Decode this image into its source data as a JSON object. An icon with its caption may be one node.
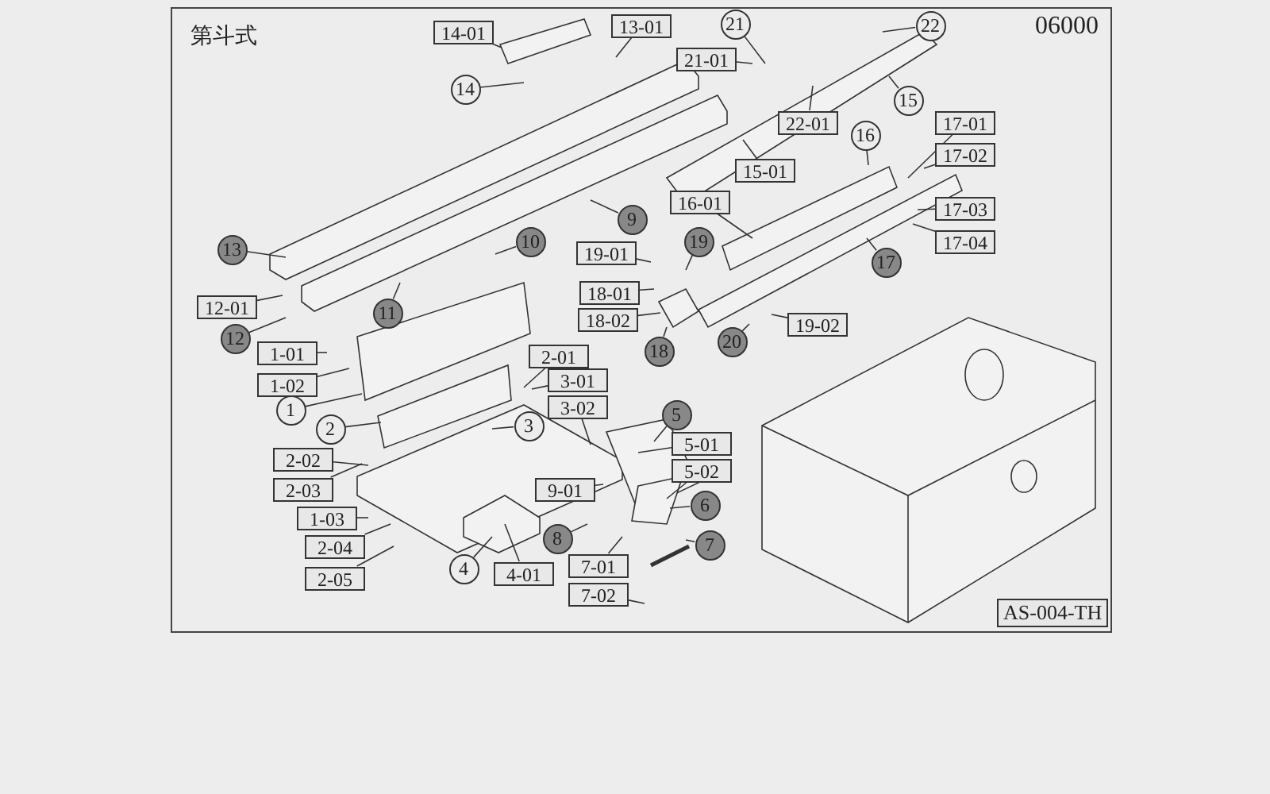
{
  "diagram": {
    "nodes": [
      {
        "text": [
          "14-01"
        ]
      },
      {
        "text": [
          "13-01"
        ]
      },
      {
        "text": [
          "21"
        ]
      },
      {
        "text": [
          "22"
        ]
      },
      {
        "text": [
          "21-01"
        ]
      },
      {
        "text": [
          "15"
        ]
      },
      {
        "text": [
          "14"
        ]
      },
      {
        "text": [
          "22-01"
        ]
      },
      {
        "text": [
          "16"
        ]
      },
      {
        "text": [
          "17-01"
        ]
      },
      {
        "text": [
          "17-02"
        ]
      },
      {
        "text": [
          "15-01"
        ]
      },
      {
        "text": [
          "16-01"
        ]
      },
      {
        "text": [
          "17-03"
        ]
      },
      {
        "text": [
          "9"
        ]
      },
      {
        "text": [
          "19"
        ]
      },
      {
        "text": [
          "17-04"
        ]
      },
      {
        "text": [
          "10"
        ]
      },
      {
        "text": [
          "13"
        ]
      },
      {
        "text": [
          "19-01"
        ]
      },
      {
        "text": [
          "17"
        ]
      },
      {
        "text": [
          "18-01"
        ]
      },
      {
        "text": [
          "12-01"
        ]
      },
      {
        "text": [
          "11"
        ]
      },
      {
        "text": [
          "18-02"
        ]
      },
      {
        "text": [
          "19-02"
        ]
      },
      {
        "text": [
          "12"
        ]
      },
      {
        "text": [
          "20"
        ]
      },
      {
        "text": [
          "18"
        ]
      },
      {
        "text": [
          "1-01"
        ]
      },
      {
        "text": [
          "2-01"
        ]
      },
      {
        "text": [
          "3-01"
        ]
      },
      {
        "text": [
          "1-02"
        ]
      },
      {
        "text": [
          "3-02"
        ]
      },
      {
        "text": [
          "1"
        ]
      },
      {
        "text": [
          "5"
        ]
      },
      {
        "text": [
          "3"
        ]
      },
      {
        "text": [
          "2"
        ]
      },
      {
        "text": [
          "5-01"
        ]
      },
      {
        "text": [
          "2-02"
        ]
      },
      {
        "text": [
          "5-02"
        ]
      },
      {
        "text": [
          "9-01"
        ]
      },
      {
        "text": [
          "2-03"
        ]
      },
      {
        "text": [
          "6"
        ]
      },
      {
        "text": [
          "1-03"
        ]
      },
      {
        "text": [
          "8"
        ]
      },
      {
        "text": [
          "7"
        ]
      },
      {
        "text": [
          "2-04"
        ]
      },
      {
        "text": [
          "4"
        ]
      },
      {
        "text": [
          "7-01"
        ]
      },
      {
        "text": [
          "4-01"
        ]
      },
      {
        "text": [
          "2-05"
        ]
      },
      {
        "text": [
          "7-02"
        ]
      }
    ],
    "edges": [
      {
        "from": 0,
        "to": null,
        "arrow": "none"
      },
      {
        "from": 1,
        "to": null,
        "arrow": "none"
      },
      {
        "from": 2,
        "to": null,
        "arrow": "none"
      },
      {
        "from": 3,
        "to": null,
        "arrow": "none"
      },
      {
        "from": 4,
        "to": null,
        "arrow": "none"
      },
      {
        "from": 5,
        "to": null,
        "arrow": "none"
      },
      {
        "from": 6,
        "to": null,
        "arrow": "none"
      },
      {
        "from": 7,
        "to": null,
        "arrow": "none"
      },
      {
        "from": 8,
        "to": null,
        "arrow": "none"
      },
      {
        "from": 9,
        "to": null,
        "arrow": "none"
      },
      {
        "from": 10,
        "to": null,
        "arrow": "none"
      },
      {
        "from": 11,
        "to": null,
        "arrow": "none"
      },
      {
        "from": 12,
        "to": null,
        "arrow": "none"
      },
      {
        "from": 13,
        "to": null,
        "arrow": "none"
      },
      {
        "from": 14,
        "to": null,
        "arrow": "none"
      },
      {
        "from": 15,
        "to": null,
        "arrow": "none"
      },
      {
        "from": 16,
        "to": null,
        "arrow": "none"
      },
      {
        "from": 17,
        "to": null,
        "arrow": "none"
      },
      {
        "from": 18,
        "to": null,
        "arrow": "none"
      },
      {
        "from": 19,
        "to": null,
        "arrow": "none"
      },
      {
        "from": 20,
        "to": null,
        "arrow": "none"
      },
      {
        "from": 21,
        "to": null,
        "arrow": "none"
      },
      {
        "from": 22,
        "to": null,
        "arrow": "none"
      },
      {
        "from": 23,
        "to": null,
        "arrow": "none"
      },
      {
        "from": 24,
        "to": null,
        "arrow": "none"
      },
      {
        "from": 25,
        "to": null,
        "arrow": "none"
      },
      {
        "from": 26,
        "to": null,
        "arrow": "none"
      },
      {
        "from": 27,
        "to": null,
        "arrow": "none"
      },
      {
        "from": 28,
        "to": null,
        "arrow": "none"
      },
      {
        "from": 29,
        "to": null,
        "arrow": "none"
      },
      {
        "from": 30,
        "to": null,
        "arrow": "none"
      },
      {
        "from": 31,
        "to": null,
        "arrow": "none"
      },
      {
        "from": 32,
        "to": null,
        "arrow": "none"
      },
      {
        "from": 33,
        "to": null,
        "arrow": "none"
      },
      {
        "from": 34,
        "to": null,
        "arrow": "none"
      },
      {
        "from": 35,
        "to": null,
        "arrow": "none"
      },
      {
        "from": 36,
        "to": null,
        "arrow": "none"
      },
      {
        "from": 37,
        "to": null,
        "arrow": "none"
      },
      {
        "from": 38,
        "to": null,
        "arrow": "none"
      },
      {
        "from": 39,
        "to": null,
        "arrow": "none"
      },
      {
        "from": 40,
        "to": null,
        "arrow": "none"
      },
      {
        "from": 41,
        "to": null,
        "arrow": "none"
      },
      {
        "from": 42,
        "to": null,
        "arrow": "none"
      },
      {
        "from": 43,
        "to": null,
        "arrow": "none"
      },
      {
        "from": 44,
        "to": null,
        "arrow": "none"
      },
      {
        "from": 45,
        "to": null,
        "arrow": "none"
      },
      {
        "from": 46,
        "to": null,
        "arrow": "none"
      },
      {
        "from": 47,
        "to": null,
        "arrow": "none"
      },
      {
        "from": 48,
        "to": null,
        "arrow": "none"
      },
      {
        "from": 49,
        "to": null,
        "arrow": "none"
      },
      {
        "from": 50,
        "to": null,
        "arrow": "none"
      },
      {
        "from": 51,
        "to": null,
        "arrow": "none"
      },
      {
        "from": 52,
        "to": null,
        "arrow": "none"
      }
    ],
    "labels": [
      "第斗式",
      "06000",
      "AS-004-TH"
    ]
  }
}
